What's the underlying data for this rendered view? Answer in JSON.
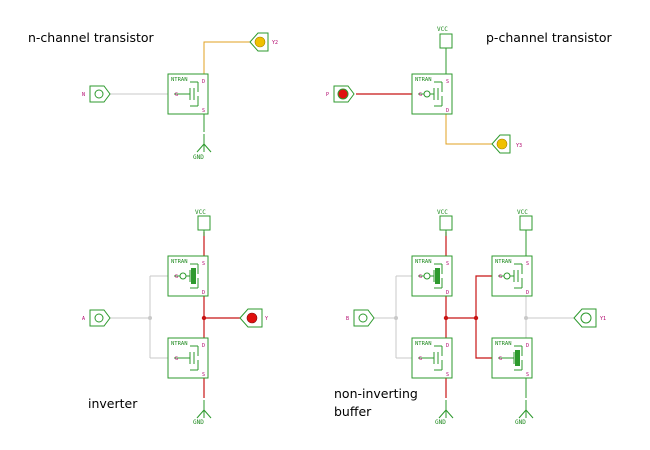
{
  "captions": {
    "nchannel": "n-channel transistor",
    "pchannel": "p-channel transistor",
    "inverter": "inverter",
    "buffer_line1": "non-inverting",
    "buffer_line2": "buffer"
  },
  "component": {
    "type_label": "NTRAN",
    "pin_gate": "G",
    "pin_drain": "D",
    "pin_source": "S"
  },
  "power": {
    "vcc": "VCC",
    "gnd": "GND"
  },
  "io": {
    "in_n": "N",
    "in_p": "P",
    "in_a": "A",
    "in_b": "B",
    "out_y2": "Y2",
    "out_y3": "Y3",
    "out_y": "Y",
    "out_y1": "Y1"
  },
  "colors": {
    "component_green": "#2e9a2e",
    "wire_high_red": "#c81414",
    "wire_low_gray": "#c8c8c8",
    "wire_orange": "#e0a020",
    "led_yellow": "#f0c000",
    "led_red": "#e01010",
    "pin_label_magenta": "#b0006a"
  }
}
